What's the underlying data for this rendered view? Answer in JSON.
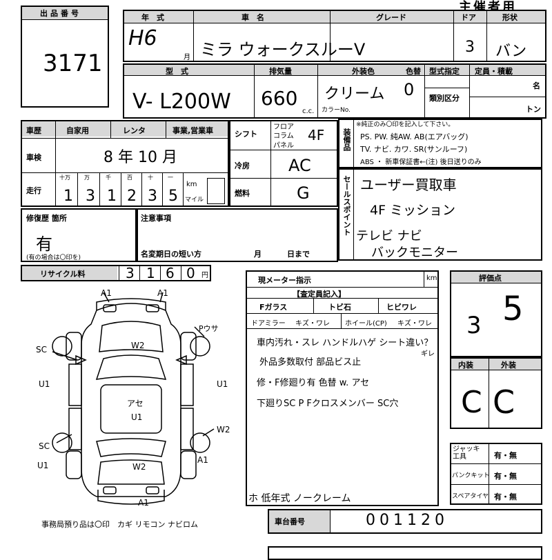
{
  "header": {
    "title_partial": "主催者用",
    "lot_label": "出品番号",
    "lot_number": "3171"
  },
  "row1": {
    "year_label": "年　式",
    "year_value": "H6",
    "month_suffix": "月",
    "name_label": "車　名",
    "name_value": "ミラ ウォークスルーV",
    "grade_label": "グレード",
    "doors_label": "ドア",
    "doors_value": "3",
    "shape_label": "形状",
    "shape_value": "バン"
  },
  "row2": {
    "model_label": "型　式",
    "model_value": "V- L200W",
    "disp_label": "排気量",
    "disp_value": "660",
    "disp_unit": "c.c.",
    "color_label": "外装色",
    "color_value": "クリーム",
    "colorchange_label": "色替",
    "colorchange_value": "0",
    "colorno_label": "カラーNo.",
    "type_designation_label": "型式指定",
    "class_label": "類別区分",
    "capacity_label": "定員・積載",
    "persons_unit": "名",
    "tons_unit": "トン"
  },
  "history": {
    "label": "車歴",
    "opt1": "自家用",
    "opt2": "レンタ",
    "opt3": "事業,営業車",
    "inspection_label": "車検",
    "inspection_value": "8 年 10 月",
    "mileage_label": "走行",
    "digit_labels": [
      "十万",
      "万",
      "千",
      "百",
      "十",
      "一"
    ],
    "digits": [
      "1",
      "3",
      "1",
      "2",
      "3",
      "5"
    ],
    "km_unit": "km",
    "mile_unit": "マイル"
  },
  "shift": {
    "shift_label": "シフト",
    "shift_opts": [
      "フロア",
      "コラム",
      "パネル"
    ],
    "shift_value": "4F",
    "ac_label": "冷房",
    "ac_value": "AC",
    "fuel_label": "燃料",
    "fuel_value": "G"
  },
  "equipment": {
    "label": "装備品",
    "line1": "PS. PW. 純AW. AB(エアバッグ)",
    "line2": "TV. ナビ. カワ. SR(サンルーフ)",
    "line3": "ABS ・ 新車保証書←(注) 後日送りのみ",
    "note": "※純正のみ〇印を記入して下さい。"
  },
  "salespoint": {
    "label": "セールスポイント",
    "line1": "ユーザー買取車",
    "line2": "4F ミッション",
    "line3": "テレビ ナビ",
    "line4": "バックモニター"
  },
  "repair": {
    "label": "修復歴 箇所",
    "value": "有",
    "note": "(有の場合は〇印を)",
    "notes_label": "注意事項",
    "name_change_label": "名変期日の短い方",
    "month_label": "月",
    "day_label": "日まで"
  },
  "recycle": {
    "label": "リサイクル料",
    "digits": [
      "3",
      "1",
      "6",
      "0"
    ],
    "unit": "円"
  },
  "meter": {
    "label": "現メーター指示",
    "unit": "km",
    "inspector_label": "【査定員記入】",
    "glass_label": "Fガラス",
    "glass_opt": "トビ石",
    "glass_opt2": "ヒビワレ",
    "mirror_label": "ドアミラー",
    "mirror_opt": "キズ・ワレ",
    "wheel_label": "ホイール(CP)",
    "wheel_opt": "キズ・ワレ"
  },
  "inspector_notes": {
    "line1": "車内汚れ・スレ ハンドルハゲ シート違い？",
    "line2": "外品多数取付 部品ビス止",
    "line3": "修・F修廻り有 色替 w. アセ",
    "line4": "下廻りSC P Fクロスメンバー SC穴",
    "line5": "ホ 低年式 ノークレーム",
    "side_mark": "ギレ"
  },
  "rating": {
    "label": "評価点",
    "value_main": "3",
    "value_sub": "5",
    "interior_label": "内装",
    "exterior_label": "外装",
    "interior_value": "C",
    "exterior_value": "C"
  },
  "accessories": {
    "jack_label": "ジャッキ工具",
    "jack_value": "有・無",
    "puncture_label": "パンクキット",
    "puncture_value": "有・無",
    "spare_label": "スペアタイヤ",
    "spare_value": "有・無"
  },
  "chassis": {
    "label": "車台番号",
    "value": "001120"
  },
  "diagram": {
    "marks": {
      "front_left": "A1",
      "front_right": "A1",
      "hood": "W2",
      "left_front": "SC",
      "right_front": "Pウサ",
      "left_door1": "U1",
      "right_door1": "U1",
      "roof": "アセ",
      "roof_sub": "U1",
      "right_door2": "W2",
      "left_rear": "SC",
      "left_rear2": "U1",
      "right_rear": "A1",
      "rear": "W2",
      "rear_bottom": "A1"
    },
    "footer": "事務局預り品は〇印　カギ リモコン ナビロム"
  }
}
